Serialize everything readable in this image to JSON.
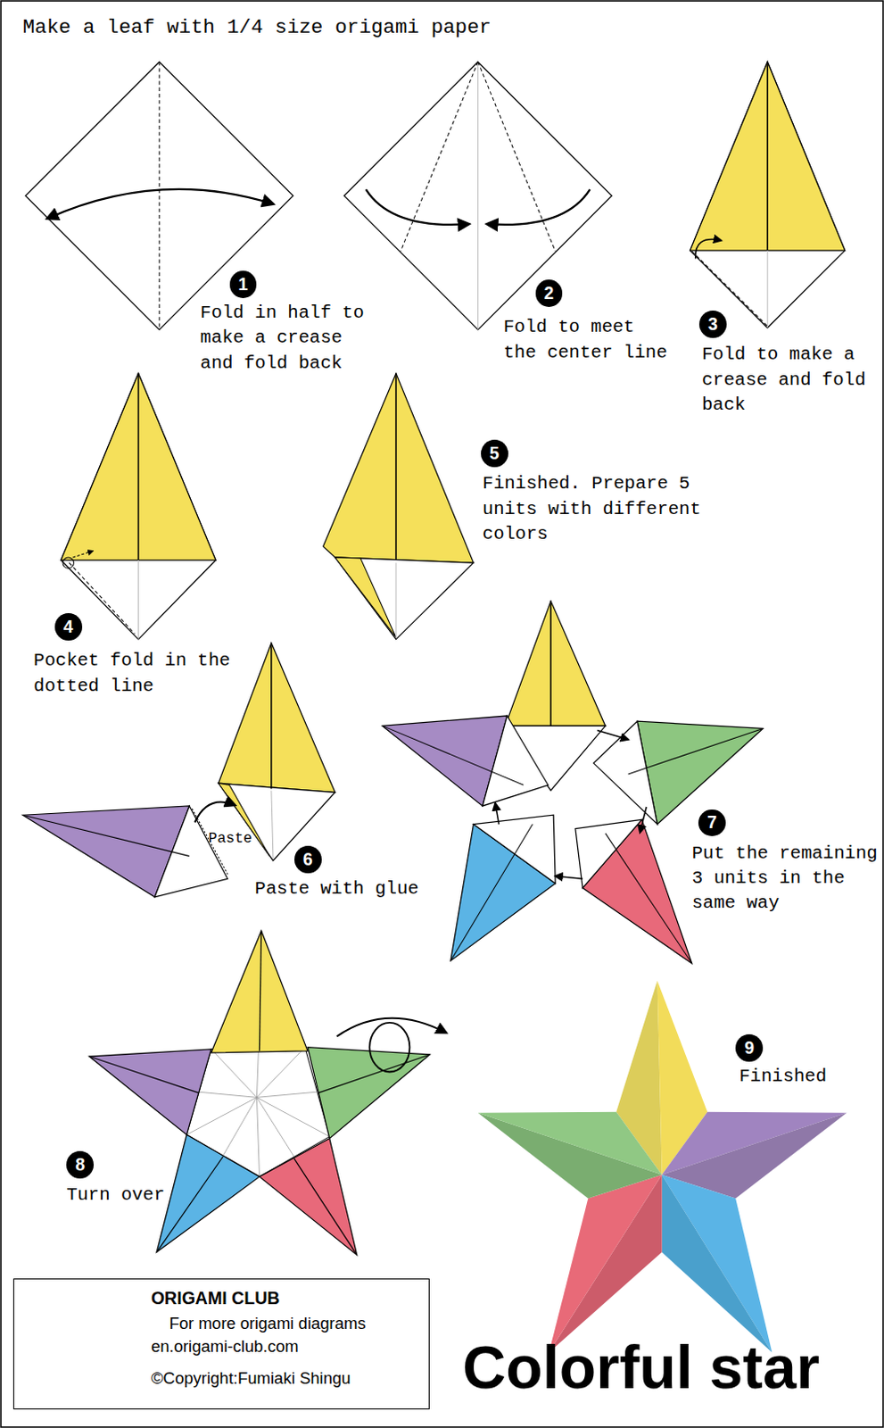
{
  "diagram": {
    "title": "Colorful star",
    "nodes": [
      {
        "text": [
          "ORIGAMI CLUB",
          "For more origami diagrams",
          "en.origami-club.com",
          "©Copyright:Fumiaki Shingu"
        ]
      }
    ],
    "labels": [
      "Make a leaf with 1/4 size origami paper",
      "1",
      "Fold in half to make a crease and fold back",
      "2",
      "Fold to meet the center line",
      "3",
      "Fold to make a crease and fold back",
      "4",
      "Pocket fold in the dotted line",
      "5",
      "Finished. Prepare 5 units with different colors",
      "Paste",
      "6",
      "Paste with glue",
      "7",
      "Put the remaining 3 units in the same way",
      "8",
      "Turn over",
      "9",
      "Finished"
    ]
  }
}
